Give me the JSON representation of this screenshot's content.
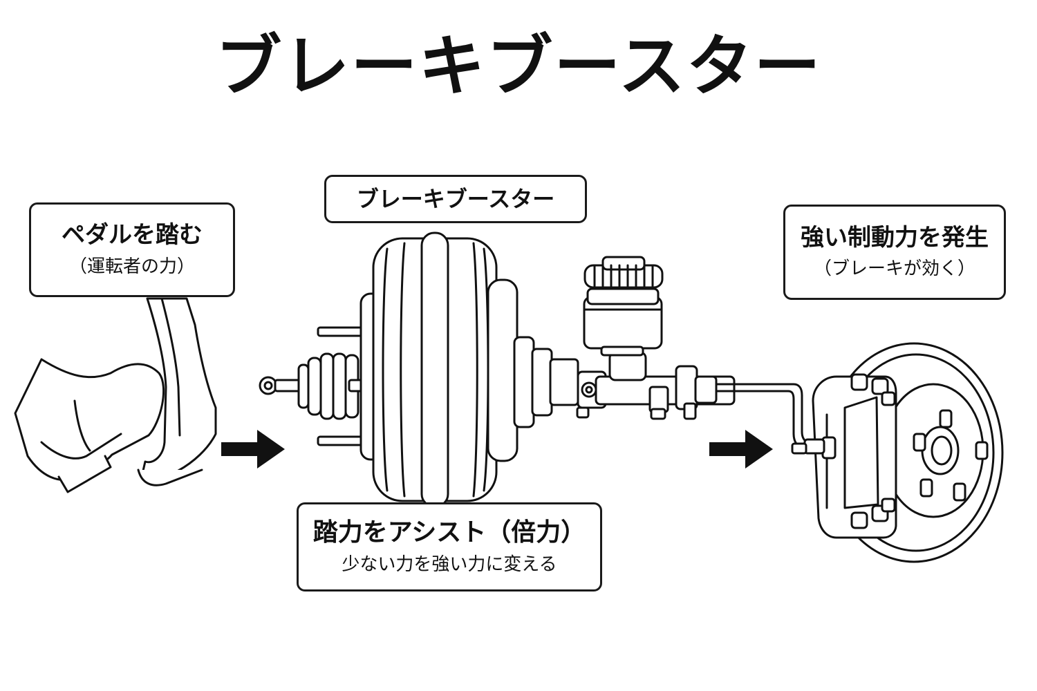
{
  "title": "ブレーキブースター",
  "labels": {
    "pedal": {
      "main": "ペダルを踏む",
      "sub": "（運転者の力）"
    },
    "booster": {
      "main": "ブレーキブースター"
    },
    "brake": {
      "main": "強い制動力を発生",
      "sub": "（ブレーキが効く）"
    },
    "assist": {
      "main": "踏力をアシスト（倍力）",
      "sub": "少ない力を強い力に変える"
    }
  },
  "colors": {
    "line": "#111111",
    "fill": "#ffffff"
  }
}
